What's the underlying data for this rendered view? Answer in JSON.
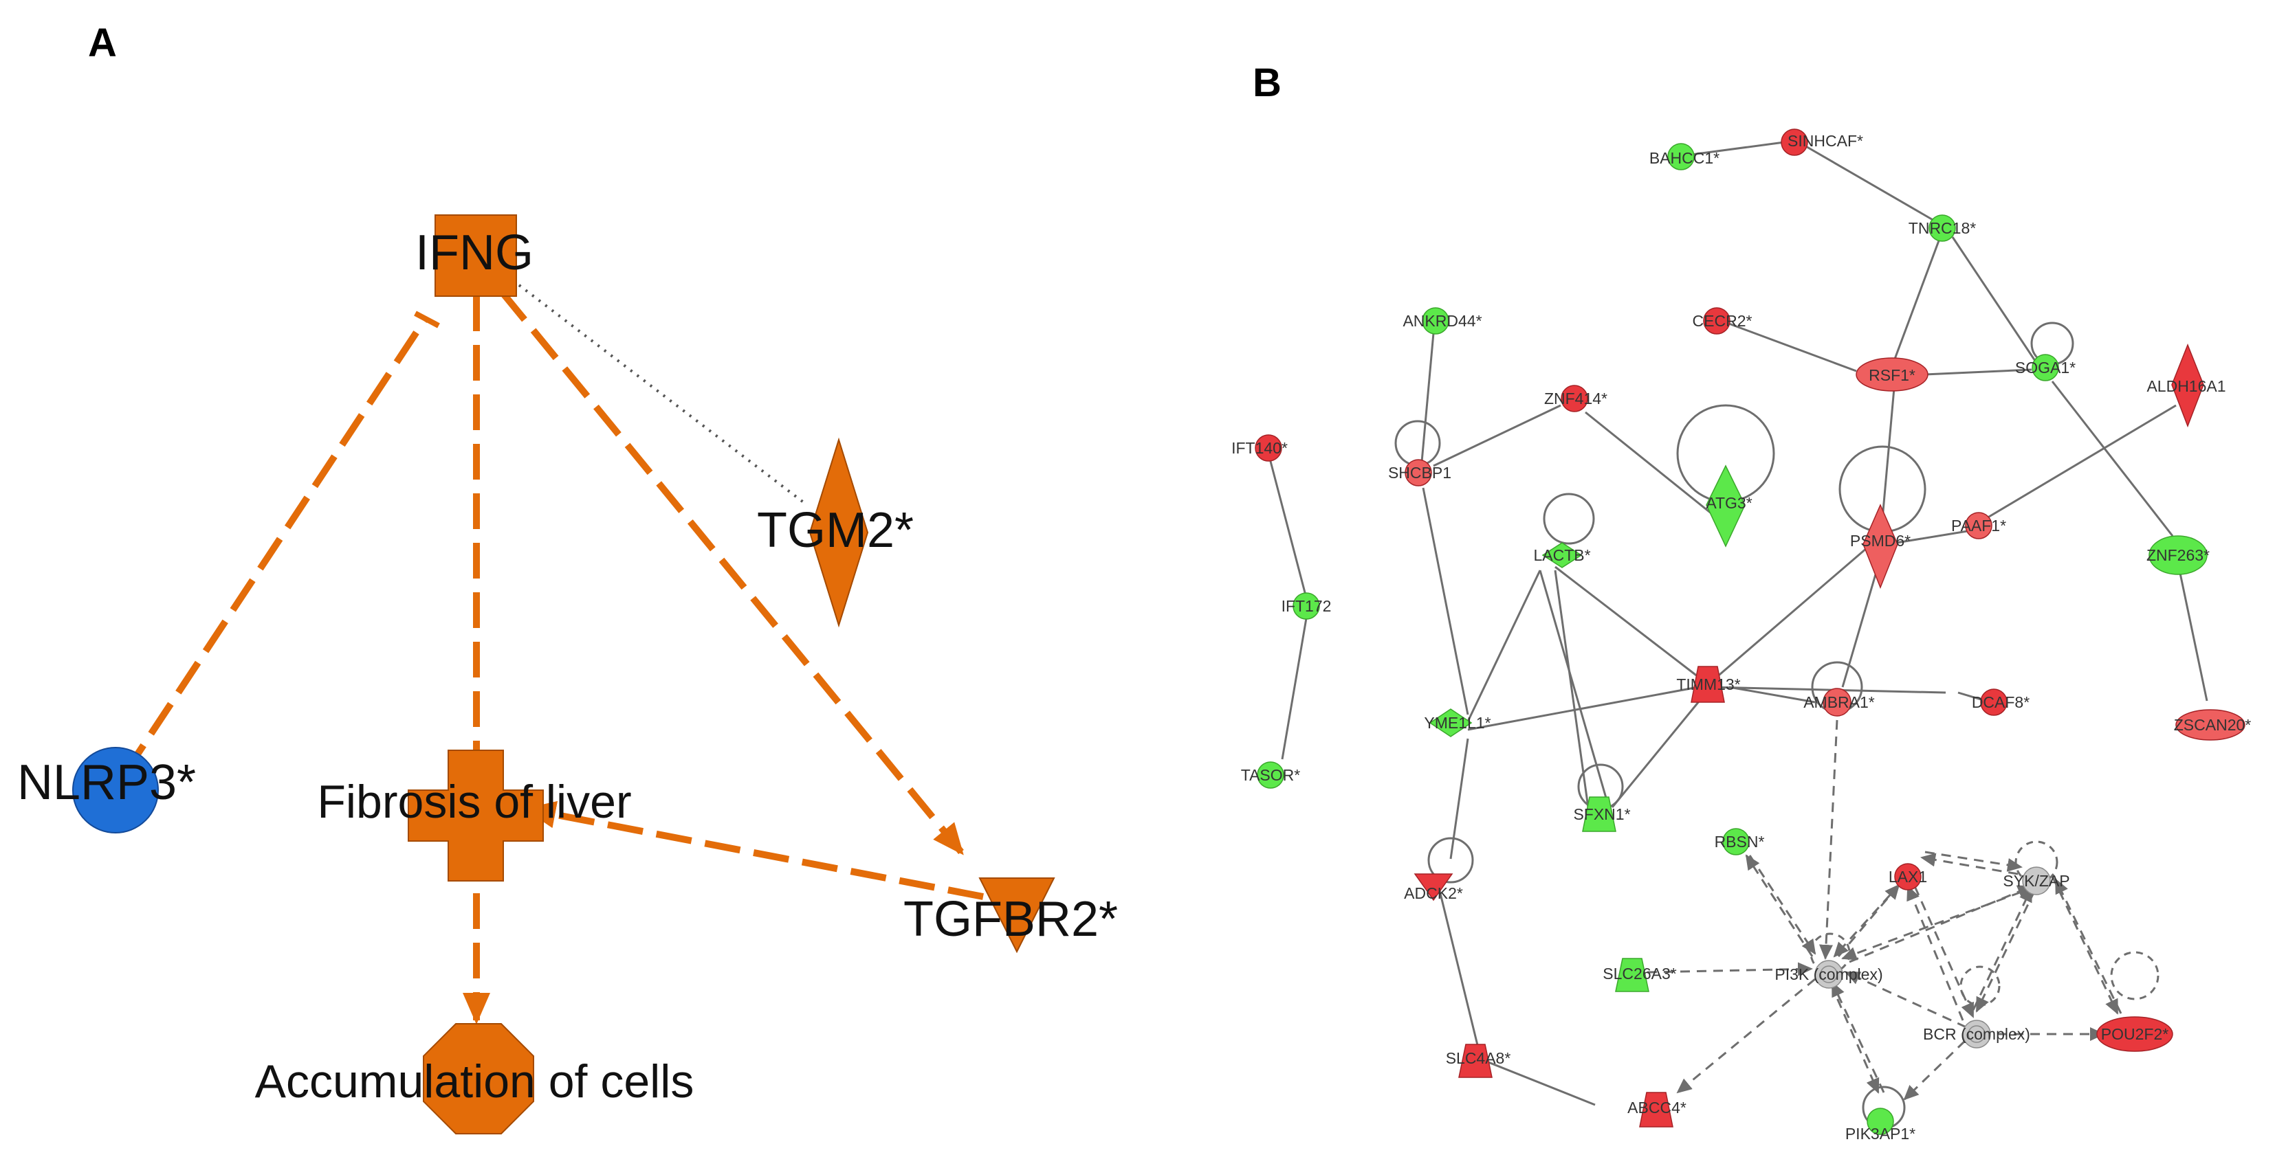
{
  "panels": {
    "A": {
      "label": "A",
      "nodes": {
        "ifng": "IFNG",
        "tgm2": "TGM2*",
        "nlrp3": "NLRP3*",
        "fibrosis": "Fibrosis of liver",
        "tgfbr2": "TGFBR2*",
        "accumulation": "Accumulation of cells"
      }
    },
    "B": {
      "label": "B",
      "nodes": {
        "bahcc1": "BAHCC1*",
        "sinhcaf": "SINHCAF*",
        "tnrc18": "TNRC18*",
        "ankrd44": "ANKRD44*",
        "cecr2": "CECR2*",
        "rsf1": "RSF1*",
        "soga1": "SOGA1*",
        "aldh16a1": "ALDH16A1",
        "znf414": "ZNF414*",
        "ift140": "IFT140*",
        "shcbp1": "SHCBP1",
        "atg3": "ATG3*",
        "psmd6": "PSMD6*",
        "paaf1": "PAAF1*",
        "znf263": "ZNF263*",
        "lactb": "LACTB*",
        "ift172": "IFT172",
        "timm13": "TIMM13*",
        "ambra1": "AMBRA1*",
        "dcaf8": "DCAF8*",
        "yme1l1": "YME1L1*",
        "zscan20": "ZSCAN20*",
        "tasor": "TASOR*",
        "sfxn1": "SFXN1*",
        "rbsn": "RBSN*",
        "lax1": "LAX1",
        "sykzap": "SYK/ZAP",
        "adck2": "ADCK2*",
        "slc26a3": "SLC26A3*",
        "pi3k": "PI3K (complex)",
        "bcr": "BCR (complex)",
        "pou2f2": "POU2F2*",
        "slc4a8": "SLC4A8*",
        "abcc4": "ABCC4*",
        "pik3ap1": "PIK3AP1*"
      }
    }
  },
  "colors": {
    "orange": "#e36c09",
    "blue": "#1f6fd6",
    "red": "#e8383d",
    "lightRed": "#ee5f5f",
    "green": "#5ce84a",
    "gray": "#c9c9c9",
    "edge": "#6e6e6e"
  }
}
